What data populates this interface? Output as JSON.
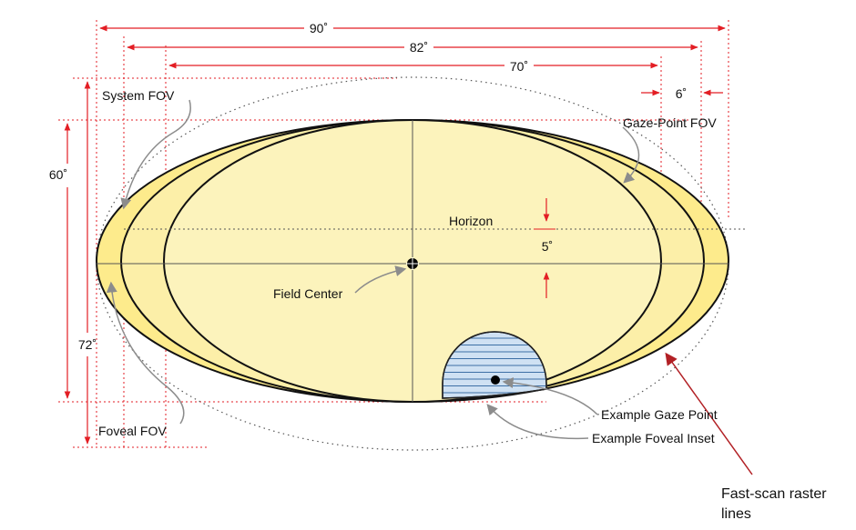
{
  "colors": {
    "outer_fill": "#FDEB8C",
    "middle_fill": "#FCEFA8",
    "inner_fill": "#FCF3BC",
    "inset_fill": "#CFE1F3",
    "inset_lines": "#3D6FA5",
    "dim_line": "#E31E24",
    "red_arrow": "#B22025",
    "callout_arrow": "#8C8C8C",
    "outline": "#111111"
  },
  "dimensions": {
    "h_90": "90˚",
    "h_82": "82˚",
    "h_70": "70˚",
    "h_6": "6˚",
    "v_60": "60˚",
    "v_72": "72˚",
    "v_5": "5˚"
  },
  "labels": {
    "system_fov": "System FOV",
    "gaze_point_fov": "Gaze-Point FOV",
    "horizon": "Horizon",
    "field_center": "Field Center",
    "foveal_fov": "Foveal FOV",
    "example_gaze_point": "Example Gaze Point",
    "example_foveal_inset": "Example Foveal Inset",
    "raster_line1": "Fast-scan raster",
    "raster_line2": "lines"
  },
  "icons": {
    "center_marker": "filled-circle-icon",
    "gaze_marker": "filled-circle-icon",
    "arrowhead": "arrowhead-icon"
  }
}
